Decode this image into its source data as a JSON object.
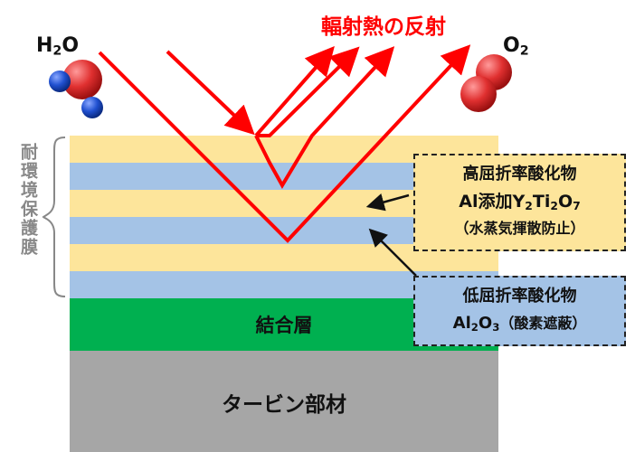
{
  "title": "輻射熱の反射",
  "molecules": {
    "left": "H",
    "left_sub": "2",
    "left_tail": "O",
    "right": "O",
    "right_sub": "2"
  },
  "side_label": "耐環境保護膜",
  "layers": {
    "bond": "結合層",
    "substrate": "タービン部材"
  },
  "callout_high": {
    "line1": "高屈折率酸化物",
    "line2_a": "Al添加Y",
    "line2_b": "2",
    "line2_c": "Ti",
    "line2_d": "2",
    "line2_e": "O",
    "line2_f": "7",
    "line3": "（水蒸気揮散防止）"
  },
  "callout_low": {
    "line1": "低屈折率酸化物",
    "line2_a": "Al",
    "line2_b": "2",
    "line2_c": "O",
    "line2_d": "3",
    "line2_e": "（酸素遮蔽）"
  },
  "colors": {
    "high_index_layer": "#fde59b",
    "low_index_layer": "#a4c3e6",
    "bond_layer": "#00b050",
    "substrate": "#a6a6a6",
    "arrow": "#ff0000",
    "molecule_red": "#e03030",
    "molecule_blue": "#2050d0"
  }
}
